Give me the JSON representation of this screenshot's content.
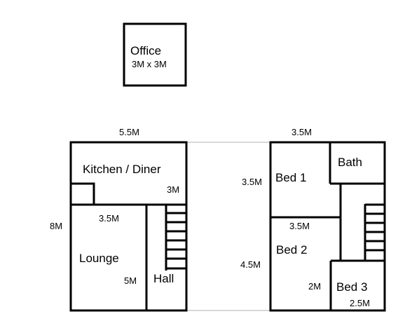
{
  "office": {
    "name": "Office",
    "size": "3M x 3M"
  },
  "ground_floor": {
    "width": "5.5M",
    "height": "8M",
    "kitchen": {
      "name": "Kitchen / Diner",
      "depth": "3M"
    },
    "lounge": {
      "name": "Lounge",
      "width": "3.5M",
      "depth": "5M"
    },
    "hall": {
      "name": "Hall"
    }
  },
  "first_floor": {
    "width": "3.5M",
    "bed1": {
      "name": "Bed 1",
      "depth": "3.5M"
    },
    "bath": {
      "name": "Bath"
    },
    "bed2": {
      "name": "Bed 2",
      "width": "3.5M",
      "depth": "4.5M"
    },
    "bed3": {
      "name": "Bed 3",
      "width": "2M",
      "depth": "2.5M"
    }
  },
  "colors": {
    "line": "#000000",
    "connector": "#b0b0b0",
    "background": "#ffffff"
  }
}
